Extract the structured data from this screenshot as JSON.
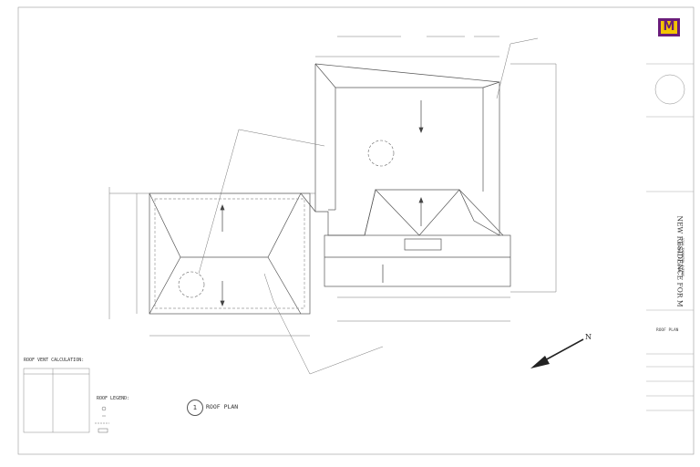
{
  "title_block": {
    "logo_letter": "M",
    "vertical_title": "NEW RESIDENCE FOR M",
    "vertical_subtitle_1": "1234 THORNTON AVENUE",
    "vertical_subtitle_2": "NEWARK, CA 94560",
    "sheet_title": "ROOF PLAN"
  },
  "drawing": {
    "plan_title": "ROOF PLAN",
    "plan_number": "1",
    "calc_title": "ROOF VENT CALCULATION:",
    "legend_title": "ROOF LEGEND:",
    "north_label": "N"
  }
}
